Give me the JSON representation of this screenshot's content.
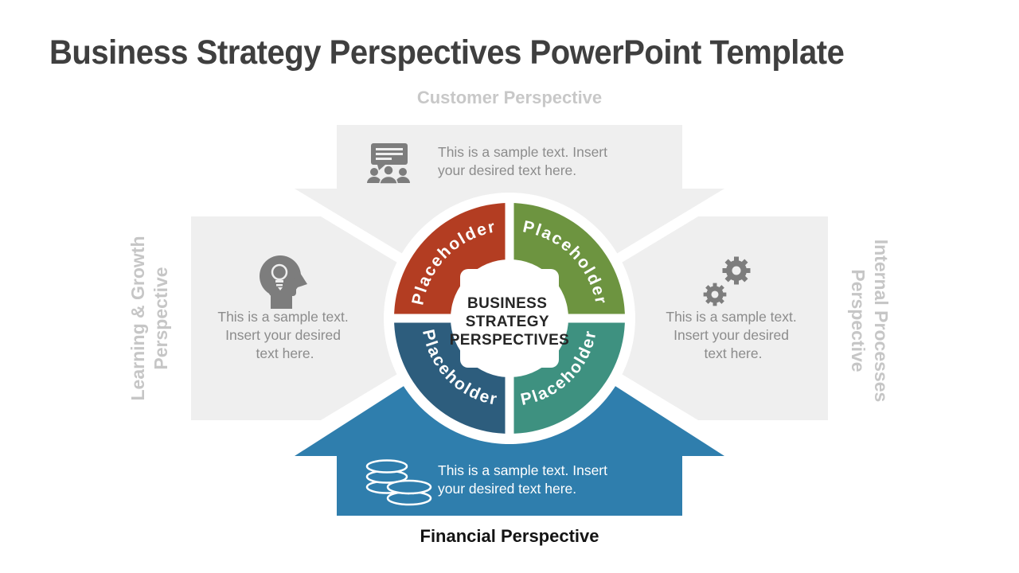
{
  "slide": {
    "title": "Business Strategy Perspectives PowerPoint Template"
  },
  "center": {
    "title_line1": "BUSINESS",
    "title_line2": "STRATEGY",
    "title_line3": "PERSPECTIVES",
    "segments": {
      "top_left": {
        "label": "Placeholder",
        "color": "#b33d22"
      },
      "top_right": {
        "label": "Placeholder",
        "color": "#6d9440"
      },
      "bottom_left": {
        "label": "Placeholder",
        "color": "#2d5d7d"
      },
      "bottom_right": {
        "label": "Placeholder",
        "color": "#3e9180"
      }
    }
  },
  "perspectives": {
    "customer": {
      "label": "Customer Perspective",
      "icon": "presentation-audience-icon",
      "line1": "This is a sample text. Insert",
      "line2": "your desired text here."
    },
    "learning": {
      "label_line1": "Learning & Growth",
      "label_line2": "Perspective",
      "icon": "idea-head-icon",
      "line1": "This is a sample text.",
      "line2": "Insert your desired",
      "line3": "text here."
    },
    "internal": {
      "label_line1": "Internal Processes",
      "label_line2": "Perspective",
      "icon": "gears-icon",
      "line1": "This is a sample text.",
      "line2": "Insert your desired",
      "line3": "text here."
    },
    "financial": {
      "label": "Financial Perspective",
      "icon": "coins-icon",
      "line1": "This is a sample text. Insert",
      "line2": "your desired text here."
    }
  },
  "colors": {
    "box_gray": "#efefef",
    "banner_blue": "#2f7ead",
    "icon_gray": "#7d7d7d",
    "icon_line_light": "#efefef",
    "sample_text_gray": "#8c8c8c",
    "faint_label_gray": "#c6c6c6",
    "title_gray": "#3f3f3f",
    "financial_label": "#141414",
    "center_text": "#262626",
    "white": "#ffffff"
  }
}
